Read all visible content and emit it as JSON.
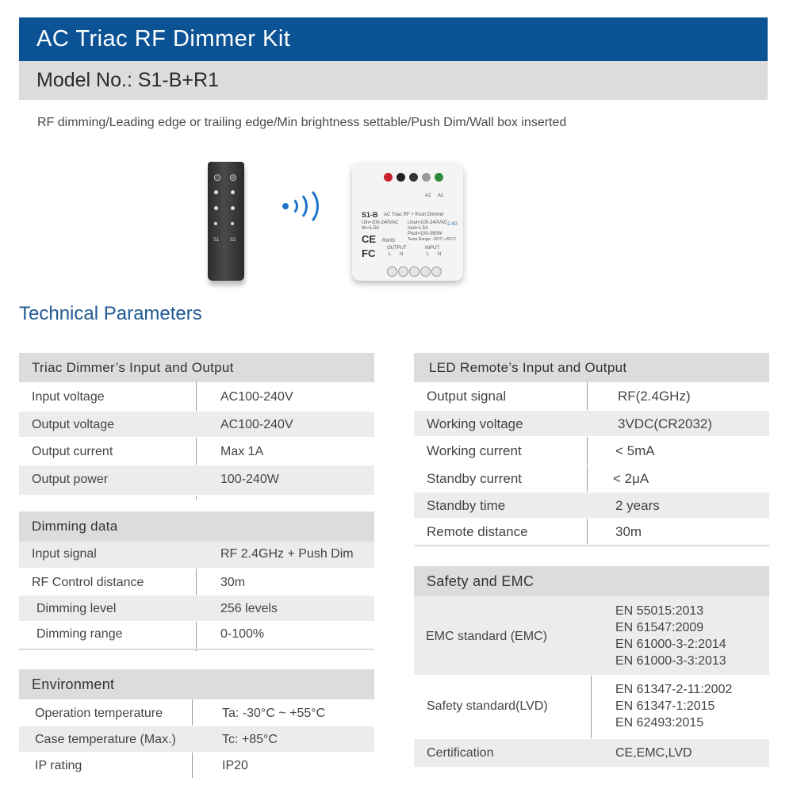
{
  "header": {
    "title": "AC Triac RF Dimmer Kit",
    "model": "Model No.: S1-B+R1",
    "features": "RF dimming/Leading edge or trailing edge/Min brightness settable/Push Dim/Wall box inserted"
  },
  "section_title": "Technical Parameters",
  "remote_image": {
    "labels": [
      "S1",
      "S2"
    ]
  },
  "dimmer_image": {
    "model": "S1-B",
    "subtitle": "AC Triac RF + Push Dimmer",
    "spec_left": [
      "Uin=100-240VAC",
      "Iin=1.5A"
    ],
    "spec_right": [
      "Uout=100-240VAC",
      "Iout=1.5A",
      "Pout=150-360W",
      "Temp Range: -30°C~+55°C"
    ],
    "freq": "2.4G",
    "rohs": "RoHS",
    "ce": "CE",
    "fc": "FC",
    "output": "OUTPUT",
    "input": "INPUT",
    "terminals": [
      "L",
      "N",
      "L",
      "N"
    ],
    "a_labels": [
      "A2",
      "A1"
    ]
  },
  "colors": {
    "title_bar": "#0b5395",
    "section_title": "#1f5a93",
    "header_gray": "#dcdcdc",
    "row_gray": "#ececec"
  },
  "tables": {
    "triac": {
      "title": "Triac Dimmer’s Input and Output",
      "rows": [
        {
          "label": "Input voltage",
          "value": "AC100-240V"
        },
        {
          "label": "Output voltage",
          "value": "AC100-240V"
        },
        {
          "label": "Output current",
          "value": "Max 1A"
        },
        {
          "label": "Output power",
          "value": "100-240W"
        }
      ]
    },
    "dimming": {
      "title": "Dimming data",
      "rows": [
        {
          "label": "Input signal",
          "value": "RF 2.4GHz + Push Dim"
        },
        {
          "label": "RF Control distance",
          "value": "30m"
        },
        {
          "label": "Dimming level",
          "value": "256 levels"
        },
        {
          "label": "Dimming range",
          "value": "0-100%"
        }
      ]
    },
    "environment": {
      "title": "Environment",
      "rows": [
        {
          "label": "Operation temperature",
          "value": "Ta: -30°C ~ +55°C"
        },
        {
          "label": "Case temperature (Max.)",
          "value": "Tc: +85°C"
        },
        {
          "label": "IP rating",
          "value": "IP20"
        }
      ]
    },
    "remote": {
      "title": "LED Remote’s Input and Output",
      "rows": [
        {
          "label": "Output signal",
          "value": "RF(2.4GHz)"
        },
        {
          "label": "Working voltage",
          "value": "3VDC(CR2032)"
        },
        {
          "label": "Working current",
          "value": "< 5mA"
        },
        {
          "label": "Standby current",
          "value": "< 2μA"
        },
        {
          "label": "Standby time",
          "value": "2 years"
        },
        {
          "label": "Remote distance",
          "value": "30m"
        }
      ]
    },
    "safety": {
      "title": "Safety and EMC",
      "rows": [
        {
          "label": "EMC standard (EMC)",
          "values": [
            "EN 55015:2013",
            "EN 61547:2009",
            "EN 61000-3-2:2014",
            "EN 61000-3-3:2013"
          ]
        },
        {
          "label": "Safety standard(LVD)",
          "values": [
            "EN 61347-2-11:2002",
            "EN 61347-1:2015",
            "EN 62493:2015"
          ]
        },
        {
          "label": "Certification",
          "values": [
            "CE,EMC,LVD"
          ]
        }
      ]
    }
  }
}
